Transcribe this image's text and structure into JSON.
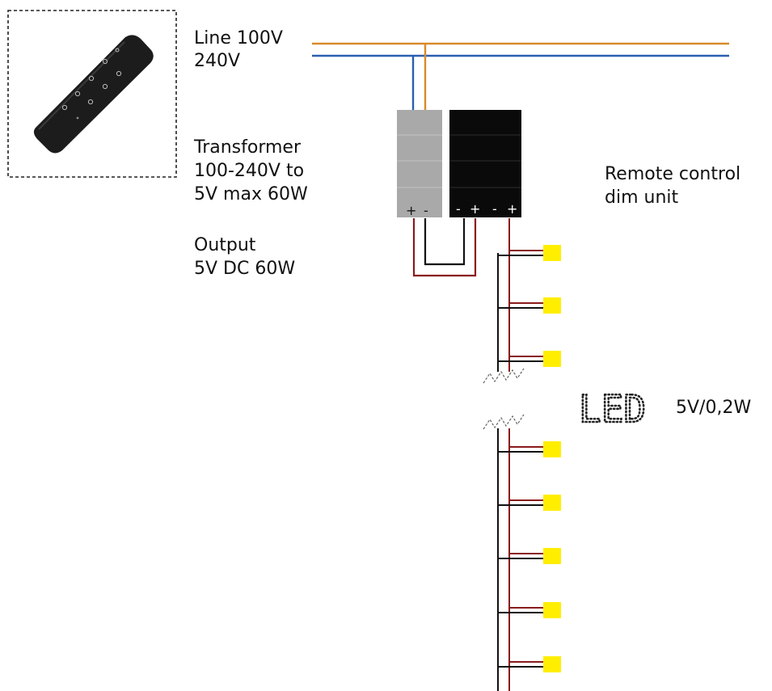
{
  "labels": {
    "line_1": "Line 100V",
    "line_2": "240V",
    "transformer_1": "Transformer",
    "transformer_2": "100-240V to",
    "transformer_3": "5V max 60W",
    "output_1": "Output",
    "output_2": "5V DC 60W",
    "remote_1": "Remote control",
    "remote_2": "dim unit",
    "led_big": "LED",
    "led_spec": "5V/0,2W"
  },
  "terminals": {
    "transformer_plus": "+",
    "transformer_minus": "-",
    "dim_in_minus": "-",
    "dim_in_plus": "+",
    "dim_out_minus": "-",
    "dim_out_plus": "+"
  },
  "colors": {
    "live_wire": "#d98a2b",
    "neutral_wire": "#2a5fb0",
    "positive_wire": "#8a1b1b",
    "negative_wire": "#111111",
    "transformer_body": "#a9a9a9",
    "dim_unit_body": "#0a0a0a",
    "led": "#ffee00",
    "remote_body": "#1c1c1c"
  },
  "icons": {
    "remote": "remote-control-icon",
    "break": "wire-break-icon",
    "led": "led-lamp-icon"
  }
}
